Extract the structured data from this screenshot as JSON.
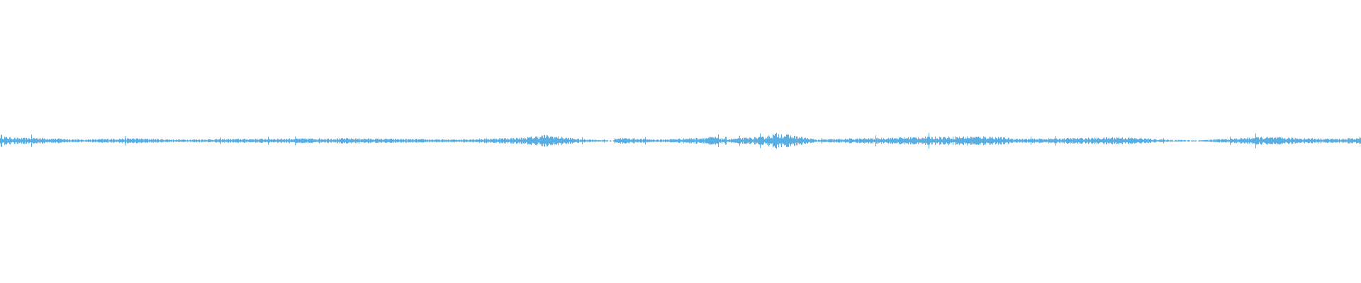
{
  "waveform": {
    "color": "#5aaee2",
    "background": "#ffffff",
    "duration_fraction_played": 0,
    "amplitude_profile": [
      {
        "t": 0.0,
        "a": 0.1
      },
      {
        "t": 0.004,
        "a": 0.06
      },
      {
        "t": 0.015,
        "a": 0.04
      },
      {
        "t": 0.025,
        "a": 0.05
      },
      {
        "t": 0.06,
        "a": 0.02
      },
      {
        "t": 0.095,
        "a": 0.04
      },
      {
        "t": 0.13,
        "a": 0.02
      },
      {
        "t": 0.175,
        "a": 0.03
      },
      {
        "t": 0.255,
        "a": 0.04
      },
      {
        "t": 0.33,
        "a": 0.02
      },
      {
        "t": 0.385,
        "a": 0.05
      },
      {
        "t": 0.4,
        "a": 0.09
      },
      {
        "t": 0.425,
        "a": 0.03
      },
      {
        "t": 0.448,
        "a": 0.01
      },
      {
        "t": 0.45,
        "a": 0.0
      },
      {
        "t": 0.452,
        "a": 0.05
      },
      {
        "t": 0.485,
        "a": 0.02
      },
      {
        "t": 0.525,
        "a": 0.06
      },
      {
        "t": 0.533,
        "a": 0.03
      },
      {
        "t": 0.56,
        "a": 0.06
      },
      {
        "t": 0.571,
        "a": 0.12
      },
      {
        "t": 0.6,
        "a": 0.02
      },
      {
        "t": 0.655,
        "a": 0.05
      },
      {
        "t": 0.675,
        "a": 0.06
      },
      {
        "t": 0.725,
        "a": 0.07
      },
      {
        "t": 0.75,
        "a": 0.03
      },
      {
        "t": 0.81,
        "a": 0.05
      },
      {
        "t": 0.822,
        "a": 0.06
      },
      {
        "t": 0.855,
        "a": 0.02
      },
      {
        "t": 0.88,
        "a": 0.01
      },
      {
        "t": 0.91,
        "a": 0.04
      },
      {
        "t": 0.924,
        "a": 0.06
      },
      {
        "t": 0.963,
        "a": 0.04
      },
      {
        "t": 0.985,
        "a": 0.03
      },
      {
        "t": 1.0,
        "a": 0.05
      }
    ]
  }
}
